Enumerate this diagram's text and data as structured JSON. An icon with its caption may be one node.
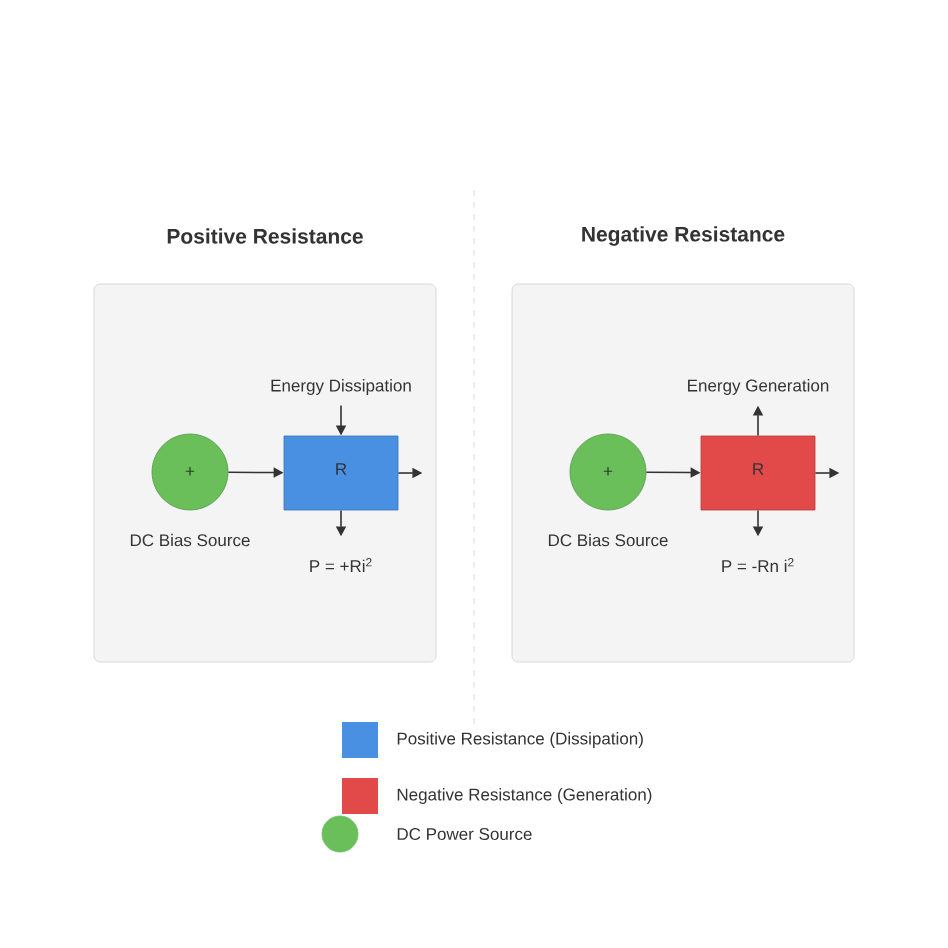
{
  "diagram": {
    "nodes": [
      {
        "text": [
          "Positive Resistance"
        ]
      },
      {
        "text": [
          "+"
        ],
        "in": 0,
        "beside": [
          "DC Bias Source"
        ]
      },
      {
        "text": [
          "R"
        ],
        "in": 0,
        "beside": [
          "Energy Dissipation",
          "P = +Ri$^{2}$"
        ]
      },
      {
        "text": [
          "Negative Resistance"
        ]
      },
      {
        "text": [
          "+"
        ],
        "in": 3,
        "beside": [
          "DC Bias Source"
        ]
      },
      {
        "text": [
          "R"
        ],
        "in": 3,
        "beside": [
          "Energy Generation",
          "P = -Rn i$^{2}$"
        ]
      }
    ],
    "edges": [
      {
        "from": 1,
        "to": 2,
        "arrow": "to"
      },
      {
        "from": 2,
        "to": null,
        "arrow": "to"
      },
      {
        "from": null,
        "to": 2,
        "arrow": "to"
      },
      {
        "from": 2,
        "to": null,
        "arrow": "to"
      },
      {
        "from": 4,
        "to": 5,
        "arrow": "to"
      },
      {
        "from": 5,
        "to": null,
        "arrow": "to"
      },
      {
        "from": 5,
        "to": null,
        "arrow": "to"
      },
      {
        "from": 5,
        "to": null,
        "arrow": "to"
      }
    ],
    "legend": [
      {
        "text": "Positive Resistance (Dissipation)",
        "color": "#4a90e2"
      },
      {
        "text": "Negative Resistance (Generation)",
        "color": "#e24a4a"
      },
      {
        "text": "DC Power Source",
        "color": "#6abf5a"
      }
    ]
  }
}
